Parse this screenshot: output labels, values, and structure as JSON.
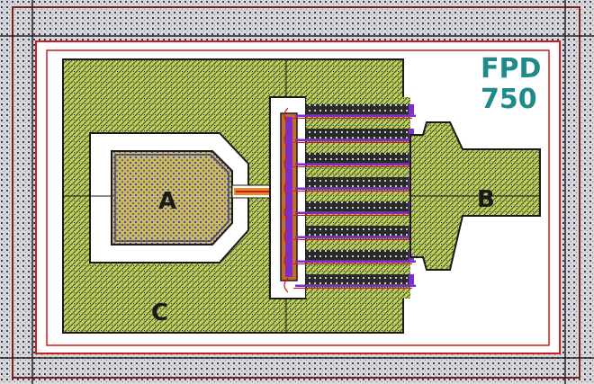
{
  "title": {
    "line1": "FPD",
    "line2": "750"
  },
  "labels": {
    "pad_a": "A",
    "pad_b": "B",
    "pad_c": "C"
  },
  "colors": {
    "border_fill": "#c8c8c8",
    "border_dot": "#2a2a7a",
    "frame_red": "#cc1f1f",
    "metal_yellow": "#c8cc5a",
    "metal_green": "#4f7a3a",
    "poly_purple": "#7a2fc8",
    "gate_red": "#d01818",
    "gate_orange": "#e08a2a",
    "dark_stripe": "#2a2a2a",
    "label_teal": "#1f8a8a"
  }
}
